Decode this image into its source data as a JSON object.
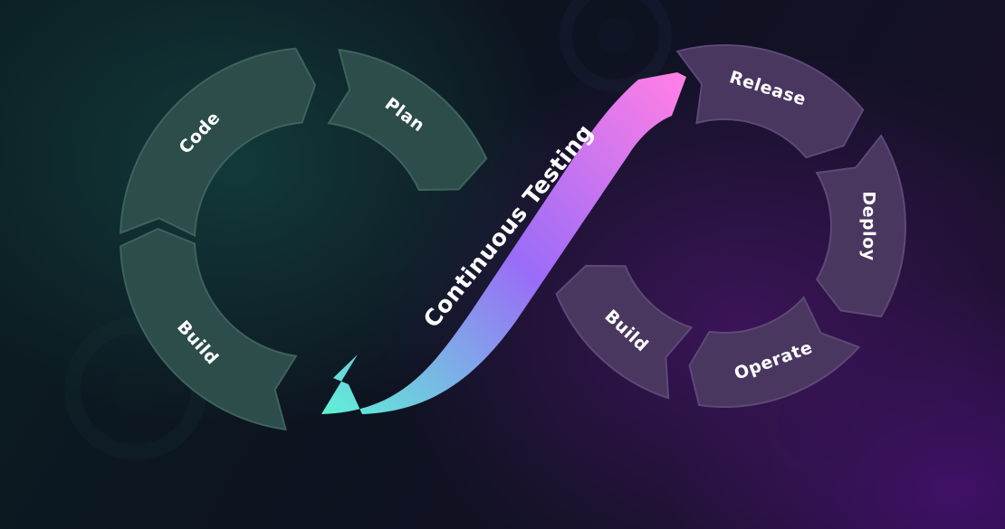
{
  "diagram": {
    "left_loop": {
      "segments": [
        {
          "label": "Code"
        },
        {
          "label": "Plan"
        },
        {
          "label": "Build"
        }
      ]
    },
    "right_loop": {
      "segments": [
        {
          "label": "Release"
        },
        {
          "label": "Deploy"
        },
        {
          "label": "Operate"
        },
        {
          "label": "Build"
        }
      ]
    },
    "center_ribbon": {
      "label": "Continuous Testing"
    },
    "colors": {
      "left_segment": "#2c4d4a",
      "left_segment_stroke": "#3e625e",
      "right_segment": "#4a3760",
      "right_segment_stroke": "#5e4878",
      "ribbon_start": "#5ff0d6",
      "ribbon_mid": "#9a6cf7",
      "ribbon_end": "#ff7fe6"
    }
  }
}
